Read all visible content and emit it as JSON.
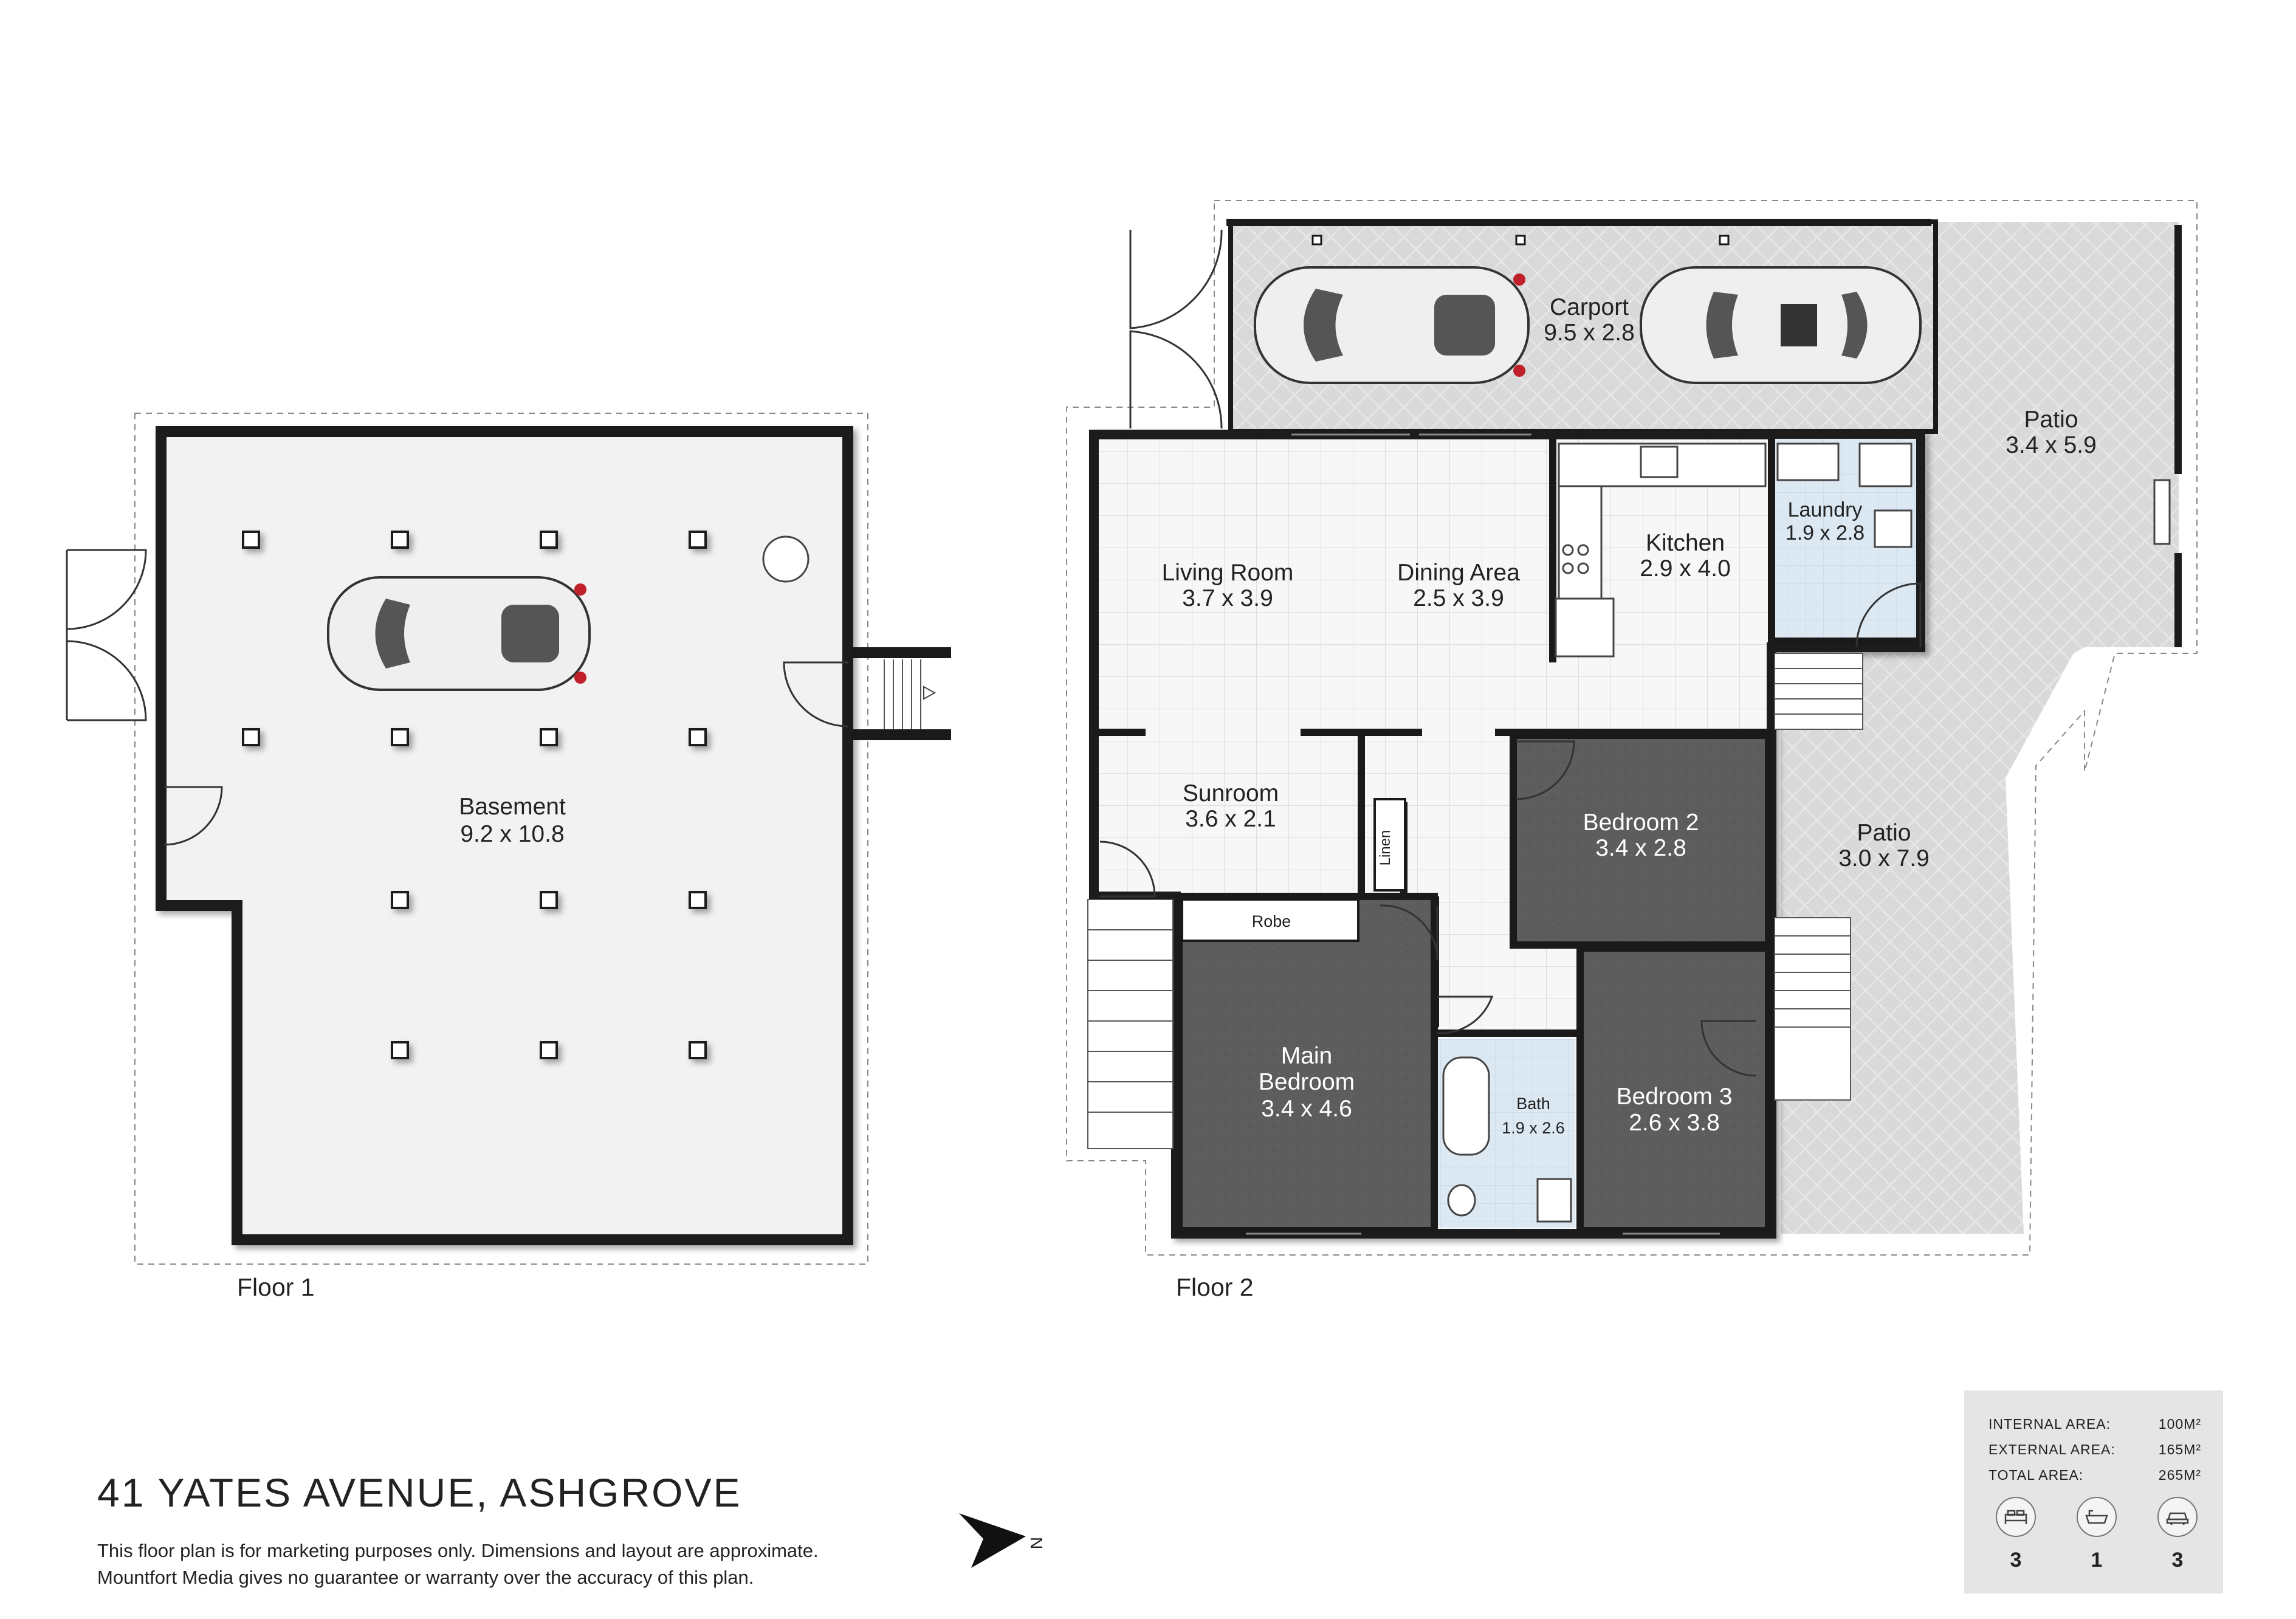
{
  "title": "41 YATES AVENUE, ASHGROVE",
  "disclaimer": [
    "This floor plan is for marketing purposes only. Dimensions and layout are approximate.",
    "Mountfort Media gives no guarantee or warranty over the accuracy of this plan."
  ],
  "north_label": "N",
  "floors": [
    {
      "label": "Floor 1",
      "rooms": [
        {
          "name": "Basement",
          "dims": "9.2 x 10.8"
        }
      ]
    },
    {
      "label": "Floor 2",
      "rooms": [
        {
          "name": "Carport",
          "dims": "9.5 x 2.8"
        },
        {
          "name": "Patio",
          "dims": "3.4 x 5.9"
        },
        {
          "name": "Living Room",
          "dims": "3.7 x 3.9"
        },
        {
          "name": "Dining Area",
          "dims": "2.5 x 3.9"
        },
        {
          "name": "Kitchen",
          "dims": "2.9 x 4.0"
        },
        {
          "name": "Laundry",
          "dims": "1.9 x 2.8"
        },
        {
          "name": "Sunroom",
          "dims": "3.6 x 2.1"
        },
        {
          "name": "Linen",
          "dims": ""
        },
        {
          "name": "Bedroom 2",
          "dims": "3.4 x 2.8"
        },
        {
          "name": "Patio",
          "dims": "3.0 x 7.9"
        },
        {
          "name": "Robe",
          "dims": ""
        },
        {
          "name": "Main Bedroom",
          "dims": "3.4 x 4.6"
        },
        {
          "name": "Bath",
          "dims": "1.9 x 2.6"
        },
        {
          "name": "Bedroom 3",
          "dims": "2.6 x 3.8"
        }
      ]
    }
  ],
  "areas": {
    "internal_label": "INTERNAL AREA:",
    "internal_value": "100M²",
    "external_label": "EXTERNAL AREA:",
    "external_value": "165M²",
    "total_label": "TOTAL AREA:",
    "total_value": "265M²"
  },
  "stats": [
    {
      "icon": "bed-icon",
      "value": "3"
    },
    {
      "icon": "bath-icon",
      "value": "1"
    },
    {
      "icon": "car-icon",
      "value": "3"
    }
  ],
  "colors": {
    "wall": "#1a1a1a",
    "floor_light": "#f2f2f2",
    "floor_tile": "#f7f7f7",
    "floor_dark": "#5d5d5d",
    "wet_area": "#dce9f3",
    "patio": "#d9d9d9",
    "summary_bg": "#e5e5e5"
  }
}
